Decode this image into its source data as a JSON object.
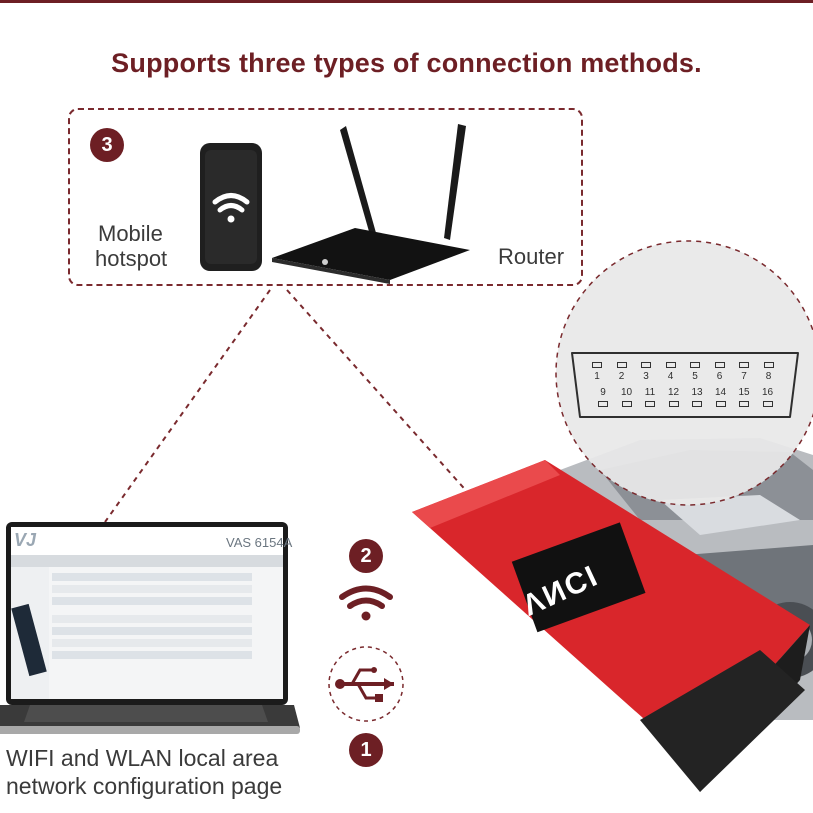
{
  "headline": "Supports three types of connection methods.",
  "wifi_box": {
    "badge": "3",
    "mobile_label_line1": "Mobile",
    "mobile_label_line2": "hotspot",
    "router_label": "Router"
  },
  "connector": {
    "pins_top": [
      "1",
      "2",
      "3",
      "4",
      "5",
      "6",
      "7",
      "8"
    ],
    "pins_bottom": [
      "9",
      "10",
      "11",
      "12",
      "13",
      "14",
      "15",
      "16"
    ]
  },
  "laptop": {
    "screen_title": "VAS 6154A",
    "logo": "VJ"
  },
  "badges": {
    "wifi_direct": "2",
    "usb": "1"
  },
  "device": {
    "brand": "VNCI"
  },
  "caption": {
    "line1": "WIFI and WLAN local area",
    "line2": "network configuration page"
  },
  "colors": {
    "accent": "#6d1f24",
    "device_red": "#d9262b",
    "text": "#3a3a3a"
  },
  "icons": [
    "phone-icon",
    "router-icon",
    "wifi-icon",
    "usb-icon",
    "laptop-icon",
    "obd-connector-icon"
  ]
}
